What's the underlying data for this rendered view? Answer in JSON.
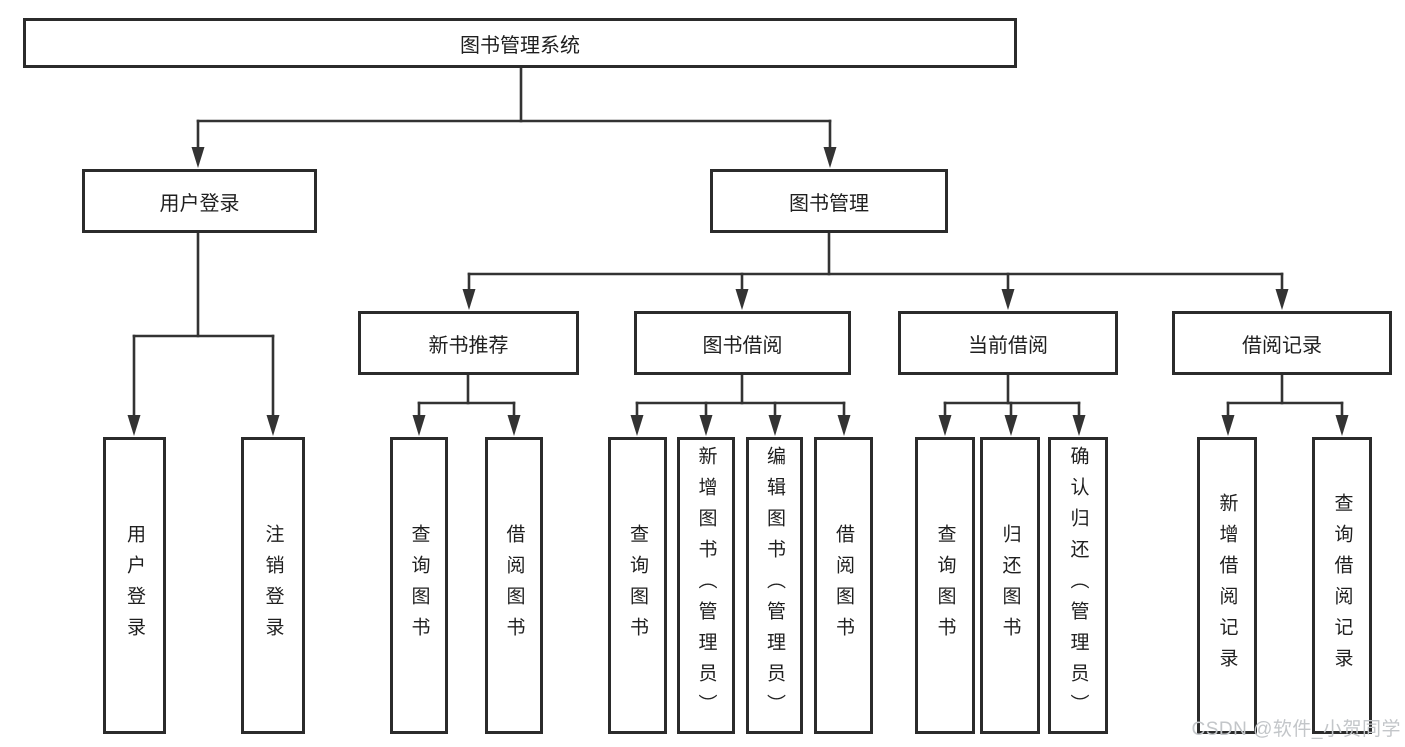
{
  "diagram": {
    "title": "图书管理系统",
    "branches": [
      {
        "label": "用户登录",
        "leaves": [
          "用户登录",
          "注销登录"
        ]
      },
      {
        "label": "图书管理",
        "groups": [
          {
            "label": "新书推荐",
            "leaves": [
              "查询图书",
              "借阅图书"
            ]
          },
          {
            "label": "图书借阅",
            "leaves": [
              "查询图书",
              "新增图书（管理员）",
              "编辑图书（管理员）",
              "借阅图书"
            ]
          },
          {
            "label": "当前借阅",
            "leaves": [
              "查询图书",
              "归还图书",
              "确认归还（管理员）"
            ]
          },
          {
            "label": "借阅记录",
            "leaves": [
              "新增借阅记录",
              "查询借阅记录"
            ]
          }
        ]
      }
    ],
    "colors": {
      "line": "#333333",
      "border": "#2b2b2b",
      "text": "#1f1f1f"
    }
  },
  "watermark": {
    "text": "CSDN @软件_小贺同学",
    "color": "#c3c6c9"
  }
}
